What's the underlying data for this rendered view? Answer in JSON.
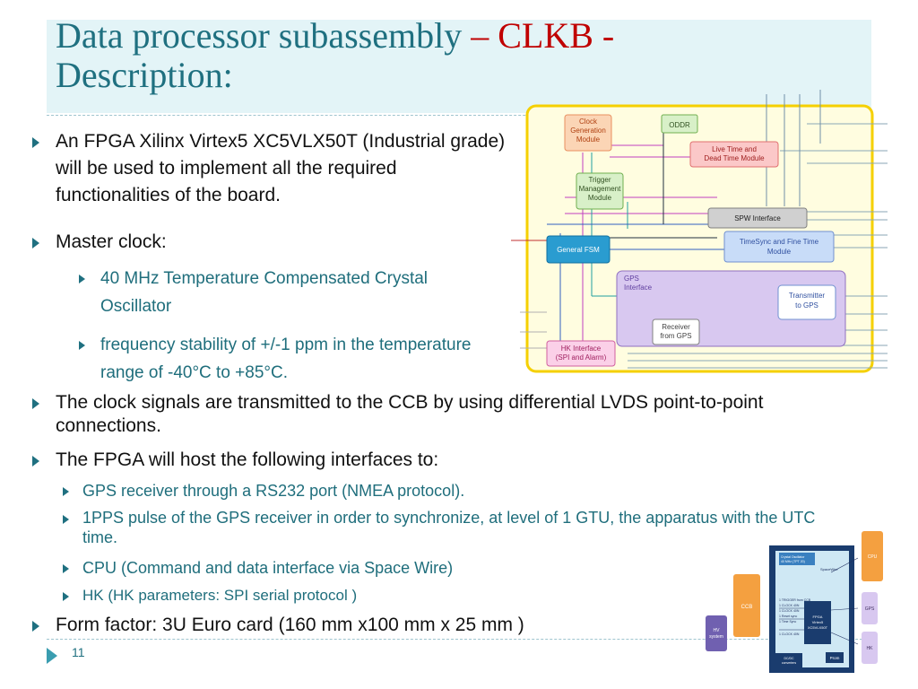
{
  "slide": {
    "title_part1": "Data processor subassembly ",
    "title_dash": "– CLKB -",
    "title_line2": "Description:",
    "page_number": "11"
  },
  "bullets": {
    "fpga": "An FPGA Xilinx Virtex5 XC5VLX50T (Industrial grade) will be used to implement all the required functionalities of the board.",
    "master_clock": "Master clock:",
    "osc": "40 MHz Temperature Compensated Crystal Oscillator",
    "stability": "frequency stability of +/-1 ppm in the temperature range of -40°C to +85°C.",
    "lvds": "The clock signals are transmitted to the CCB by using differential LVDS point-to-point connections.",
    "host": "The FPGA will host the following interfaces to:",
    "gps": "GPS receiver through a RS232 port (NMEA protocol).",
    "pps": "1PPS pulse of the GPS receiver in order to synchronize, at level of 1 GTU, the apparatus with the UTC time.",
    "cpu": "CPU (Command and data interface via Space Wire)",
    "hk": "HK (HK parameters: SPI serial protocol )",
    "form": "Form factor: 3U Euro card (160 mm x100 mm x 25 mm )"
  },
  "diagram1": {
    "clock_gen": [
      "Clock",
      "Generation",
      "Module"
    ],
    "oddr": "ODDR",
    "live_time": [
      "Live Time and",
      "Dead Time Module"
    ],
    "trigger": [
      "Trigger",
      "Management",
      "Module"
    ],
    "spw": "SPW Interface",
    "general_fsm": "General FSM",
    "timesync": [
      "TimeSync and Fine Time",
      "Module"
    ],
    "gps_interface": [
      "GPS",
      "Interface"
    ],
    "transmitter": [
      "Transmitter",
      "to GPS"
    ],
    "receiver": [
      "Receiver",
      "from GPS"
    ],
    "hk_interface": [
      "HK Interface",
      "(SPI and Alarm)"
    ]
  },
  "diagram2": {
    "ccb": "CCB",
    "hv": [
      "HV",
      "system"
    ],
    "cpu": "CPU",
    "gps": "GPS",
    "hk": "HK",
    "fpga": [
      "FPGA",
      "Virtex5",
      "XC5VLX50T"
    ],
    "prom": "Prom",
    "dcdc": [
      "DC/DC",
      "converters"
    ],
    "osc": [
      "Crystal Oscillator",
      "40 MHz (TPT 20)"
    ],
    "spacewire": "SpaceWire",
    "lvds": [
      "1 TRIGGER from CCB",
      "1 CLOCK 40N",
      "1 CLOCK 40N",
      "1 Reset sync",
      "1 Time Sync",
      "1 CLOCK 40N"
    ]
  }
}
